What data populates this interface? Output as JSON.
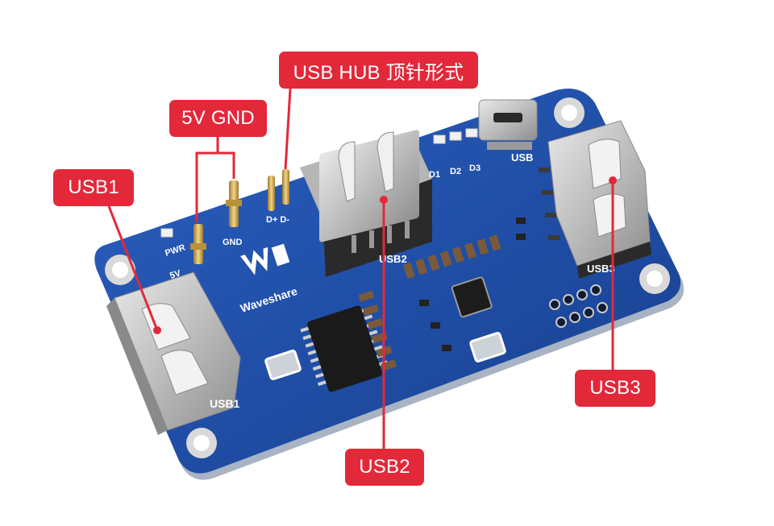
{
  "callouts": {
    "usb_hub": "USB HUB 顶针形式",
    "power_gnd": "5V GND",
    "usb1": "USB1",
    "usb2": "USB2",
    "usb3": "USB3"
  },
  "board": {
    "brand": "Waveshare",
    "silk": {
      "pwr": "PWR",
      "five_v": "5V",
      "gnd": "GND",
      "data": "D+ D-",
      "usb1": "USB1",
      "usb2": "USB2",
      "usb3": "USB3",
      "usb": "USB",
      "d1": "D1",
      "d2": "D2",
      "d3": "D3"
    }
  },
  "colors": {
    "accent_red": "#e3283a",
    "pcb_blue": "#1f4fa8",
    "connector_metal": "#c8c8c8"
  }
}
